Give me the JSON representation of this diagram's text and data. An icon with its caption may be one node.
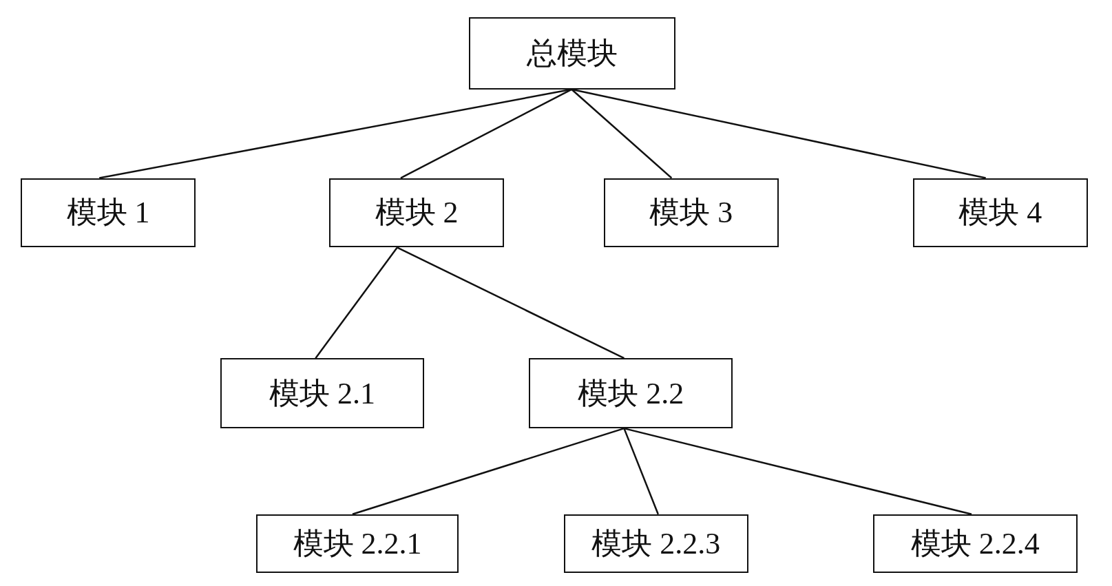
{
  "diagram": {
    "nodes": [
      {
        "text": [
          "总模块"
        ]
      },
      {
        "text": [
          "模块 1"
        ]
      },
      {
        "text": [
          "模块 2"
        ]
      },
      {
        "text": [
          "模块 3"
        ]
      },
      {
        "text": [
          "模块 4"
        ]
      },
      {
        "text": [
          "模块 2.1"
        ]
      },
      {
        "text": [
          "模块 2.2"
        ]
      },
      {
        "text": [
          "模块 2.2.1"
        ]
      },
      {
        "text": [
          "模块 2.2.3"
        ]
      },
      {
        "text": [
          "模块 2.2.4"
        ]
      }
    ],
    "edges": [
      {
        "from": 0,
        "to": 1,
        "arrow": "none"
      },
      {
        "from": 0,
        "to": 2,
        "arrow": "none"
      },
      {
        "from": 0,
        "to": 3,
        "arrow": "none"
      },
      {
        "from": 0,
        "to": 4,
        "arrow": "none"
      },
      {
        "from": 2,
        "to": 5,
        "arrow": "none"
      },
      {
        "from": 2,
        "to": 6,
        "arrow": "none"
      },
      {
        "from": 6,
        "to": 7,
        "arrow": "none"
      },
      {
        "from": 6,
        "to": 8,
        "arrow": "none"
      },
      {
        "from": 6,
        "to": 9,
        "arrow": "none"
      }
    ]
  }
}
